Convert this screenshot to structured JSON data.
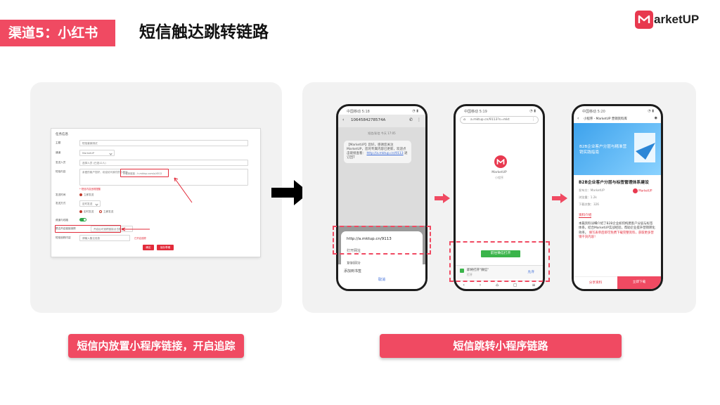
{
  "header": {
    "tag": "渠道5：小红书",
    "title": "短信触达跳转链路",
    "logo_text": "arketUP",
    "brand_color": "#f04a62"
  },
  "form": {
    "heading": "任务信息",
    "rows": [
      {
        "label": "主题",
        "value": "短信营销测试"
      },
      {
        "label": "通道",
        "value": "MarketUP"
      },
      {
        "label": "发送人员",
        "value": "选择人员 (已选12人)"
      },
      {
        "label": "短信内容",
        "value": "亲爱的客户您好，欢迎访问我们的小程序",
        "link": "小程序链接 - h.mktup.com/s/4512"
      }
    ],
    "warning": "* 短信内容违规提醒",
    "send_time_label": "发送时间",
    "send_time_value": "立即发送",
    "send_type_label": "发送方式",
    "send_type_options": [
      "定时发送",
      "立即发送"
    ],
    "status_label": "频道与线路",
    "track_label": "是否开启链接追踪",
    "track_placeholder": "开启后可追踪链接点击数据",
    "remark_label": "短信追踪内容",
    "remark_value": "请输入备注信息",
    "note": "已开启追踪",
    "submit_label": "确定",
    "cancel_label": "保存草稿"
  },
  "phone_sms": {
    "status_left": "中国移动 5:18",
    "status_right": "◔ ▮",
    "sender": "1064584278574A",
    "date": "短信/彩信 今天 17:05",
    "message": "【MarketUP】您好，感谢您关注MarketUP，您的专属内容已更新，欢迎点击链接查看：",
    "message_link": "http://a.mktup.cn/9113",
    "message_tail": "退订回T",
    "popup_url": "http://a.mktup.cn/9113",
    "popup_item_1": "打开网址",
    "popup_item_2": "复制网址",
    "popup_item_3": "添加到书签",
    "popup_cancel": "取消"
  },
  "phone_browser": {
    "status_left": "中国移动 5:19",
    "status_right": "◔ ▮",
    "url": "a.mktup.cn/9113?s=mkt",
    "app_name": "MarketUP",
    "app_sub": "小程序",
    "open_button": "前往微信打开",
    "dialog_text": "即将打开\"微信\"",
    "dialog_sub": "打开",
    "dialog_allow": "允许"
  },
  "phone_wx": {
    "status_left": "中国移动 5:20",
    "status_right": "◔ ▮",
    "nav_title": "小程序 - MarketUP 营销资料库",
    "hero_text": "B2B企业客户分层与精准营销实践指南",
    "article_title": "B2B企业客户分层与标签管理体系建设",
    "meta_1": "发布方：MarketUP",
    "meta_2": "浏览量：1.2k",
    "meta_3": "下载次数：326",
    "brand_tag": "MarketUP",
    "section": "资料介绍",
    "body": "本篇资料详细介绍了B2B企业如何构建客户分层与标签体系，结合MarketUP实战经验，帮助企业提升营销转化效率。",
    "body_red": "填写表单后即可免费下载完整资料，获取更多营销干货内容！",
    "btn_left": "分享资料",
    "btn_right": "立即下载"
  },
  "captions": {
    "left": "短信内放置小程序链接，开启追踪",
    "right": "短信跳转小程序链路"
  }
}
